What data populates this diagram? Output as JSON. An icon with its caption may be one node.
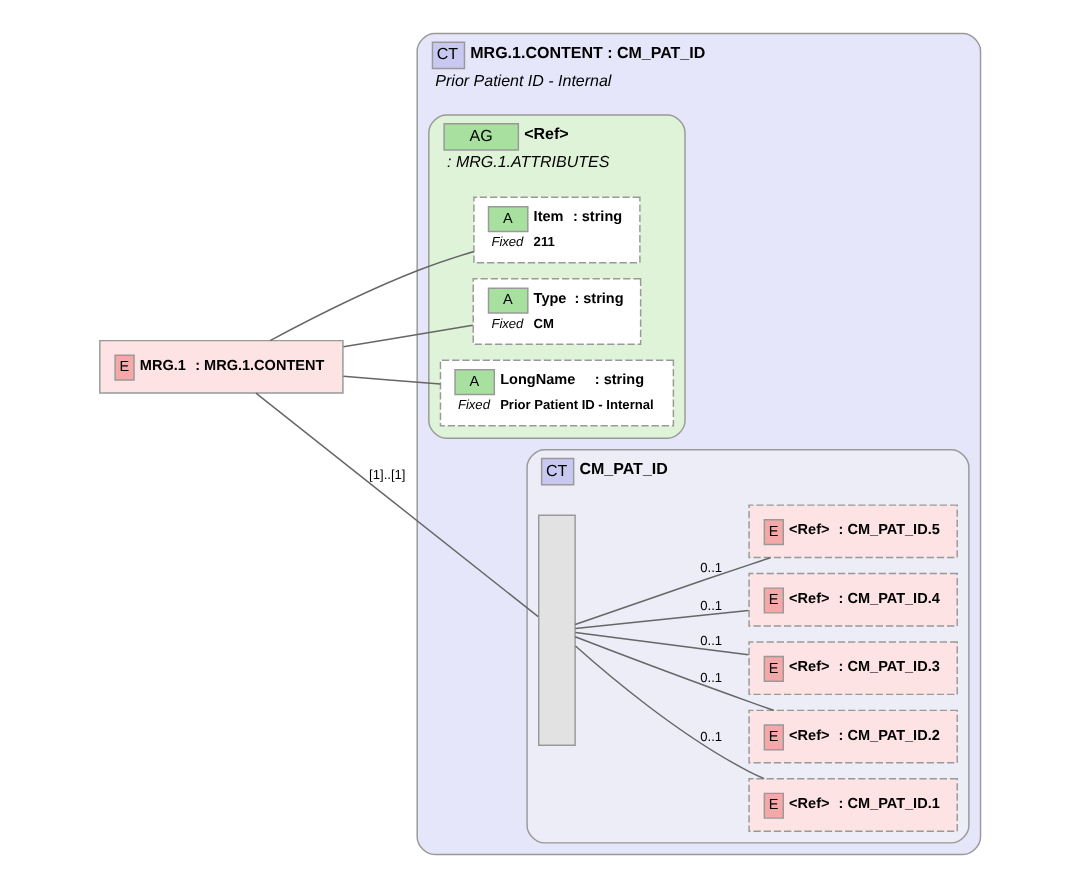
{
  "diagram": {
    "nodes": [
      {
        "text": [
          "E",
          "MRG.1",
          ": MRG.1.CONTENT"
        ]
      },
      {
        "text": [
          "CT",
          "MRG.1.CONTENT : CM_PAT_ID",
          "Prior Patient ID - Internal"
        ]
      },
      {
        "text": [
          "AG",
          "<Ref>",
          ": MRG.1.ATTRIBUTES"
        ],
        "in": 1
      },
      {
        "text": [
          "A",
          "Item",
          ": string",
          "Fixed",
          "211"
        ],
        "in": 2
      },
      {
        "text": [
          "A",
          "Type",
          ": string",
          "Fixed",
          "CM"
        ],
        "in": 2
      },
      {
        "text": [
          "A",
          "LongName",
          ": string",
          "Fixed",
          "Prior Patient ID - Internal"
        ],
        "in": 2
      },
      {
        "text": [
          "CT",
          "CM_PAT_ID"
        ],
        "in": 1
      },
      {
        "text": [],
        "shape": "bar",
        "in": 6
      },
      {
        "text": [
          "E",
          "<Ref>",
          ": CM_PAT_ID.1"
        ],
        "in": 6
      },
      {
        "text": [
          "E",
          "<Ref>",
          ": CM_PAT_ID.2"
        ],
        "in": 6
      },
      {
        "text": [
          "E",
          "<Ref>",
          ": CM_PAT_ID.3"
        ],
        "in": 6
      },
      {
        "text": [
          "E",
          "<Ref>",
          ": CM_PAT_ID.4"
        ],
        "in": 6
      },
      {
        "text": [
          "E",
          "<Ref>",
          ": CM_PAT_ID.5"
        ],
        "in": 6
      }
    ],
    "edges": [
      {
        "from": 0,
        "to": 3,
        "arrow": "none"
      },
      {
        "from": 0,
        "to": 4,
        "arrow": "none"
      },
      {
        "from": 0,
        "to": 5,
        "arrow": "none"
      },
      {
        "from": 0,
        "to": 7,
        "arrow": "none",
        "label": "[1]..[1]"
      },
      {
        "from": 7,
        "to": 8,
        "arrow": "none",
        "label": "0..1"
      },
      {
        "from": 7,
        "to": 9,
        "arrow": "none",
        "label": "0..1"
      },
      {
        "from": 7,
        "to": 10,
        "arrow": "none",
        "label": "0..1"
      },
      {
        "from": 7,
        "to": 11,
        "arrow": "none",
        "label": "0..1"
      },
      {
        "from": 7,
        "to": 12,
        "arrow": "none",
        "label": "0..1"
      }
    ]
  }
}
